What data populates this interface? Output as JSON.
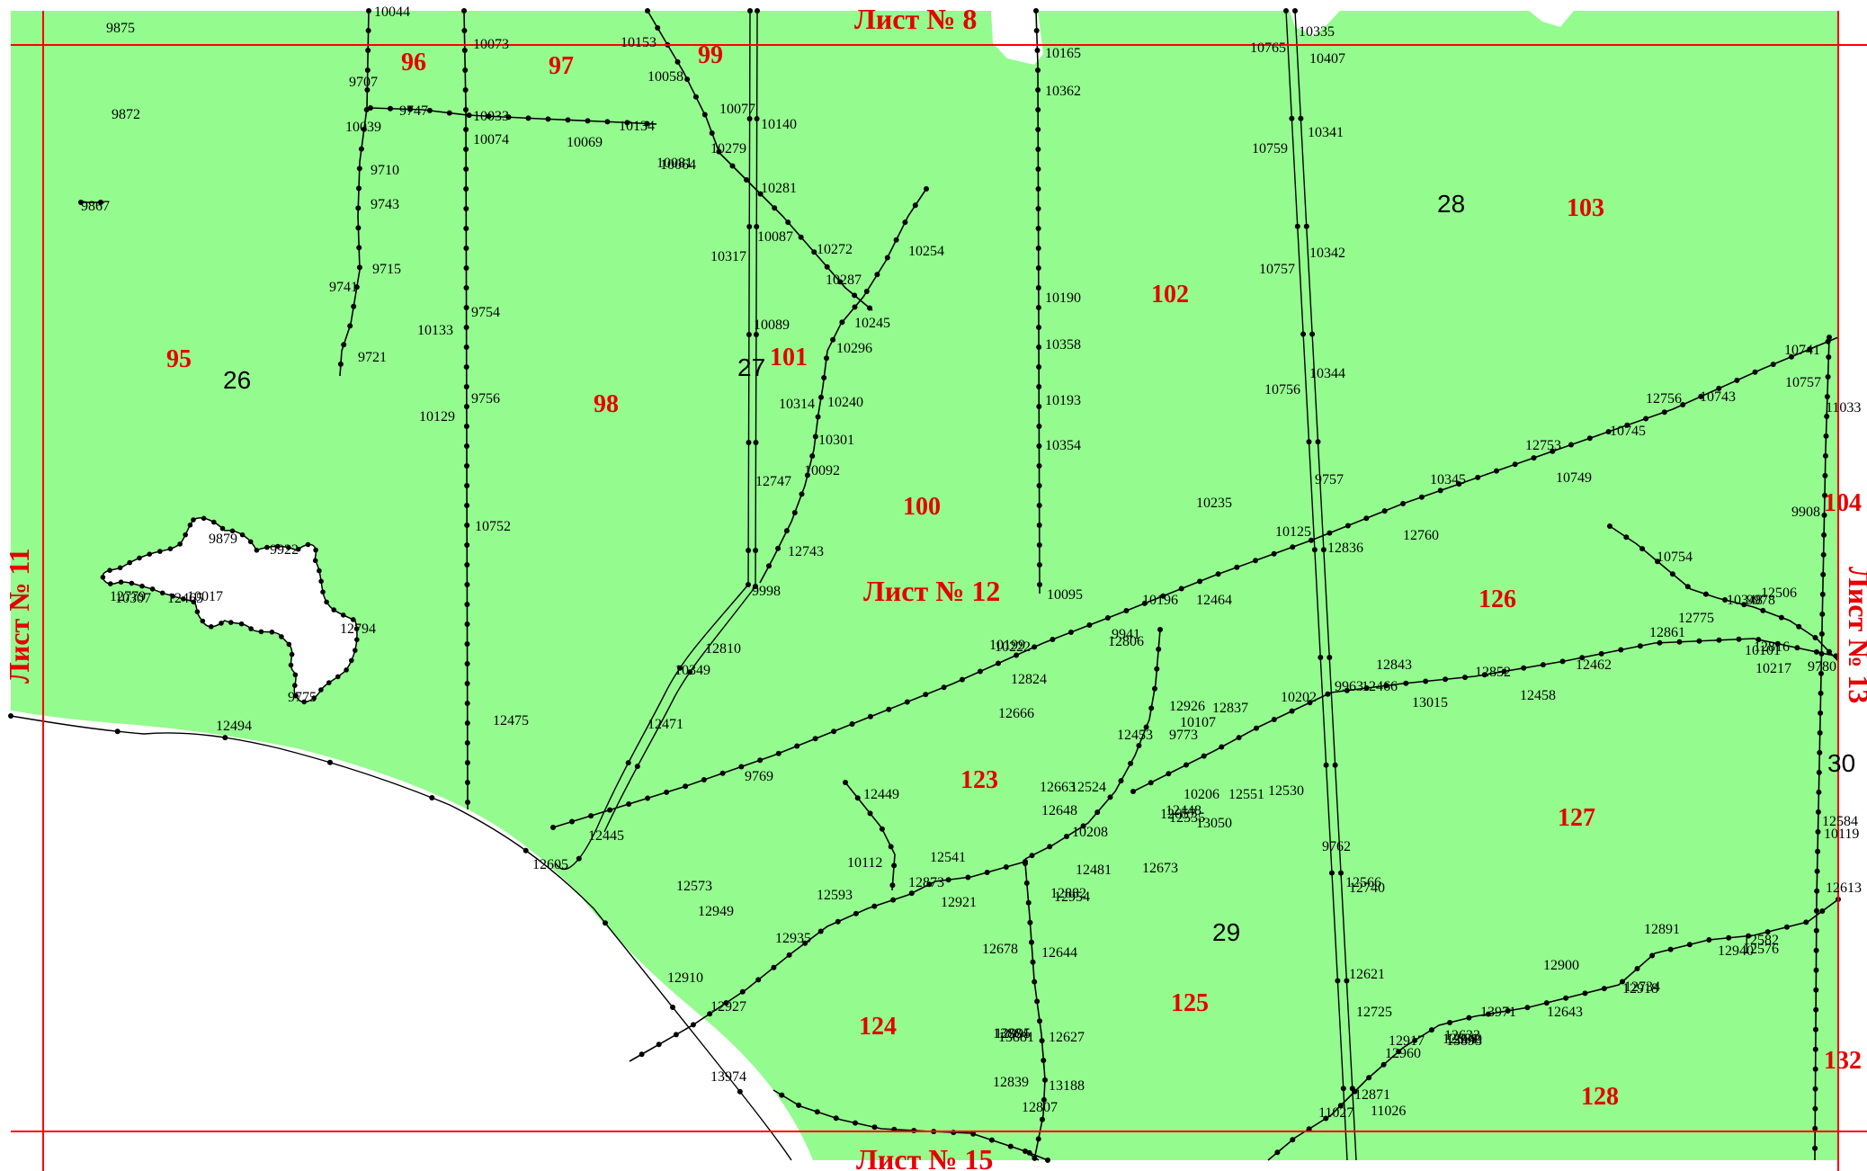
{
  "colors": {
    "land": "#94fb8f",
    "grid": "#ff0000",
    "label": "#e60000",
    "background": "#ffffff"
  },
  "sheets": [
    {
      "id": "top",
      "label": "Лист № 8"
    },
    {
      "id": "center",
      "label": "Лист № 12"
    },
    {
      "id": "bottom",
      "label": "Лист № 15"
    },
    {
      "id": "left",
      "label": "Лист № 11"
    },
    {
      "id": "right",
      "label": "Лист № 13"
    }
  ],
  "blocks": [
    "95",
    "96",
    "97",
    "98",
    "99",
    "100",
    "101",
    "102",
    "103",
    "104",
    "123",
    "124",
    "125",
    "126",
    "127",
    "128",
    "132"
  ],
  "sections": [
    "26",
    "27",
    "28",
    "29",
    "30"
  ],
  "points": [
    "10044",
    "9875",
    "10073",
    "10153",
    "10165",
    "10335",
    "10765",
    "10407",
    "9707",
    "10058",
    "10362",
    "9872",
    "10039",
    "9747",
    "10033",
    "10074",
    "10134",
    "10069",
    "10077",
    "10140",
    "10279",
    "10064",
    "10081",
    "10341",
    "10759",
    "9710",
    "10281",
    "9867",
    "9743",
    "10087",
    "10272",
    "10317",
    "10254",
    "10342",
    "10757",
    "9715",
    "9741",
    "10287",
    "10190",
    "9754",
    "10133",
    "10245",
    "10089",
    "10296",
    "10358",
    "9721",
    "10741",
    "10757_b",
    "10344",
    "10756",
    "12756",
    "10743",
    "10314",
    "10240",
    "9756",
    "10129",
    "10193",
    "11033",
    "10745",
    "10301",
    "12753",
    "10354",
    "10749",
    "12747",
    "9757",
    "10092",
    "10345",
    "10235",
    "10752",
    "9908",
    "10125",
    "12760",
    "12836",
    "12743",
    "10754",
    "10307",
    "12465",
    "9879",
    "9922",
    "12779",
    "10017",
    "9998",
    "10095",
    "10196",
    "12464",
    "10348",
    "12775",
    "12794",
    "9941",
    "9978",
    "12861",
    "12810",
    "12806",
    "10222",
    "10349",
    "12462",
    "10101",
    "12816",
    "10199",
    "12506",
    "12824",
    "12466",
    "12843",
    "12852",
    "13015",
    "9963",
    "12458",
    "10217",
    "9780",
    "9775",
    "10202",
    "12837",
    "12926",
    "12666",
    "12471",
    "10107",
    "12453",
    "9773",
    "12524",
    "12663",
    "10206",
    "12551",
    "12494",
    "12475",
    "9769",
    "12449",
    "12448",
    "12673",
    "13050",
    "10119",
    "9762",
    "12530",
    "12657",
    "10208",
    "10112",
    "12481",
    "12605",
    "12445",
    "12648",
    "12535",
    "12921",
    "12584",
    "12566",
    "12541",
    "12873",
    "12573",
    "12949",
    "12882",
    "12954",
    "12740",
    "12613",
    "12593",
    "12891",
    "12582",
    "12576",
    "12940",
    "12678",
    "12644",
    "12935",
    "12900",
    "12918",
    "12910",
    "12734",
    "12621",
    "12927",
    "13971",
    "12643",
    "12725",
    "12681",
    "13881",
    "12917",
    "12627",
    "12640",
    "12995",
    "12633",
    "13884",
    "13893",
    "13974",
    "13188",
    "12960",
    "12871",
    "12839",
    "11026",
    "11027",
    "12807"
  ]
}
